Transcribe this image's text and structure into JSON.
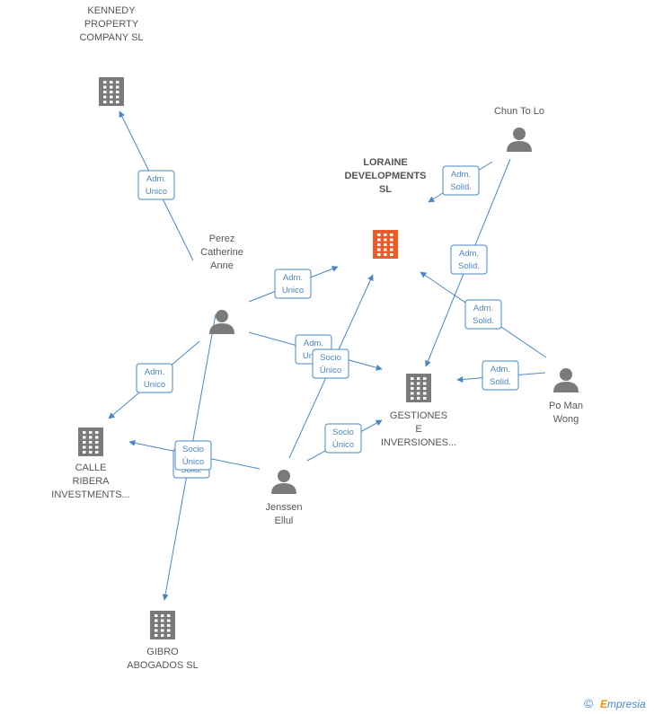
{
  "colors": {
    "edge": "#4a86c5",
    "node": "#7a7a7a",
    "focus": "#f05a28",
    "label": "#555555"
  },
  "nodes": {
    "kennedy": {
      "type": "company",
      "lines": [
        "KENNEDY",
        "PROPERTY",
        "COMPANY SL"
      ]
    },
    "loraine": {
      "type": "company",
      "focus": true,
      "lines": [
        "LORAINE",
        "DEVELOPMENTS",
        "SL"
      ]
    },
    "gestiones": {
      "type": "company",
      "lines": [
        "GESTIONES",
        "E",
        "INVERSIONES..."
      ]
    },
    "calle": {
      "type": "company",
      "lines": [
        "CALLE",
        "RIBERA",
        "INVESTMENTS..."
      ]
    },
    "gibro": {
      "type": "company",
      "lines": [
        "GIBRO",
        "ABOGADOS SL"
      ]
    },
    "chun": {
      "type": "person",
      "lines": [
        "Chun To Lo"
      ]
    },
    "perez": {
      "type": "person",
      "lines": [
        "Perez",
        "Catherine",
        "Anne"
      ]
    },
    "po": {
      "type": "person",
      "lines": [
        "Po Man",
        "Wong"
      ]
    },
    "jenssen": {
      "type": "person",
      "lines": [
        "Jenssen",
        "Ellul"
      ]
    }
  },
  "edges": [
    {
      "from": "perez",
      "to": "kennedy",
      "label": [
        "Adm.",
        "Unico"
      ]
    },
    {
      "from": "perez",
      "to": "loraine",
      "label": [
        "Adm.",
        "Unico"
      ]
    },
    {
      "from": "perez",
      "to": "gestiones",
      "label": [
        "Adm.",
        "Unico"
      ]
    },
    {
      "from": "perez",
      "to": "calle",
      "label": [
        "Adm.",
        "Unico"
      ]
    },
    {
      "from": "perez",
      "to": "gibro",
      "label": [
        "Adm.",
        "Solid."
      ]
    },
    {
      "from": "chun",
      "to": "loraine",
      "label": [
        "Adm.",
        "Solid."
      ]
    },
    {
      "from": "chun",
      "to": "gestiones",
      "label": [
        "Adm.",
        "Solid."
      ]
    },
    {
      "from": "po",
      "to": "loraine",
      "label": [
        "Adm.",
        "Solid."
      ]
    },
    {
      "from": "po",
      "to": "gestiones",
      "label": [
        "Adm.",
        "Solid."
      ]
    },
    {
      "from": "jenssen",
      "to": "loraine",
      "label": [
        "Socio",
        "Único"
      ]
    },
    {
      "from": "jenssen",
      "to": "gestiones",
      "label": [
        "Socio",
        "Único"
      ]
    },
    {
      "from": "jenssen",
      "to": "calle",
      "label": [
        "Socio",
        "Único"
      ]
    }
  ],
  "footer": {
    "copyright": "©",
    "brand_initial": "E",
    "brand_rest": "mpresia"
  }
}
